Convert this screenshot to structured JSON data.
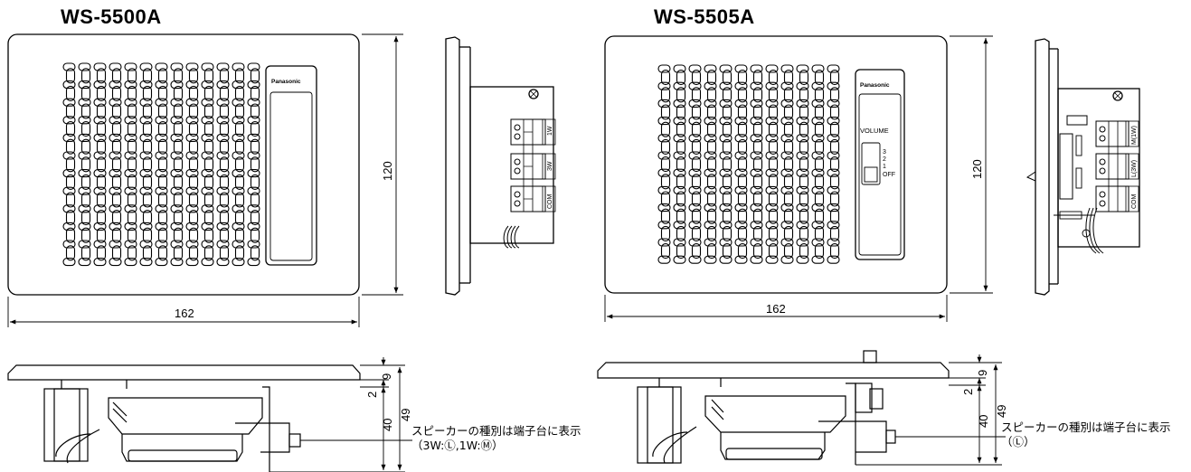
{
  "models": {
    "left": "WS-5500A",
    "right": "WS-5505A"
  },
  "brand": "Panasonic",
  "volume": {
    "label": "VOLUME",
    "steps": [
      "3",
      "2",
      "1",
      "OFF"
    ]
  },
  "dimensions": {
    "width": "162",
    "height": "120",
    "flange": "9",
    "gap": "2",
    "depth": "40",
    "total_depth": "49"
  },
  "terminals_left": [
    "1W",
    "3W",
    "COM"
  ],
  "terminals_right": [
    "M(1W)",
    "L(3W)",
    "COM"
  ],
  "notes": {
    "left_line1": "スピーカーの種別は端子台に表示",
    "left_line2": "（3W:Ⓛ,1W:Ⓜ）",
    "right_line1": "スピーカーの種別は端子台に表示",
    "right_line2": "（Ⓛ）"
  }
}
